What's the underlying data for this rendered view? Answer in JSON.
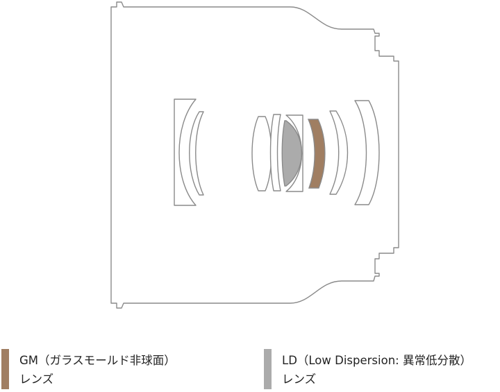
{
  "colors": {
    "outline": "#8a8a8a",
    "gm_lens": "#a07e62",
    "ld_lens": "#ababab"
  },
  "legend": {
    "gm": {
      "line1": "GM（ガラスモールド非球面）",
      "line2": "レンズ",
      "color": "#a07e62"
    },
    "ld": {
      "line1": "LD（Low Dispersion: 異常低分散）",
      "line2": "レンズ",
      "color": "#ababab"
    }
  }
}
